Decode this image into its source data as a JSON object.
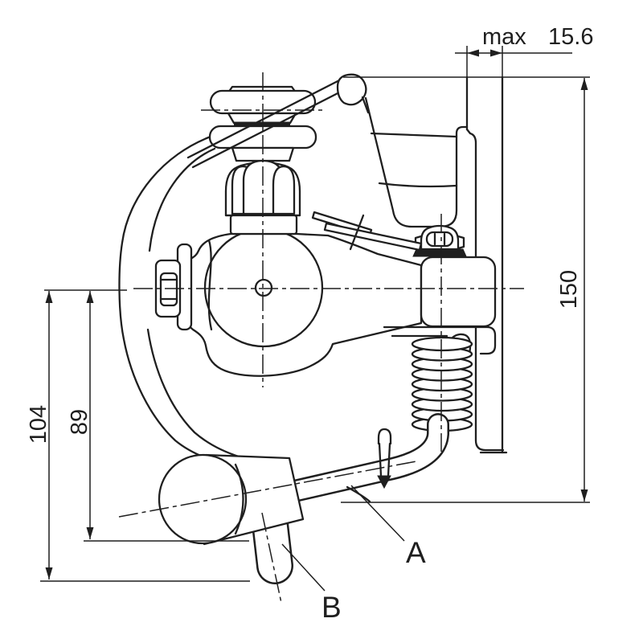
{
  "drawing": {
    "type": "technical-line-drawing",
    "subject": "trailer-coupling-side-view",
    "colors": {
      "line": "#1f1f1f",
      "background": "#ffffff"
    },
    "dimensions": {
      "max_width": {
        "prefix": "max",
        "value": "15.6"
      },
      "height": "150",
      "handle_depth": "104",
      "lever_depth": "89"
    },
    "labels": {
      "a": "A",
      "b": "B"
    }
  }
}
